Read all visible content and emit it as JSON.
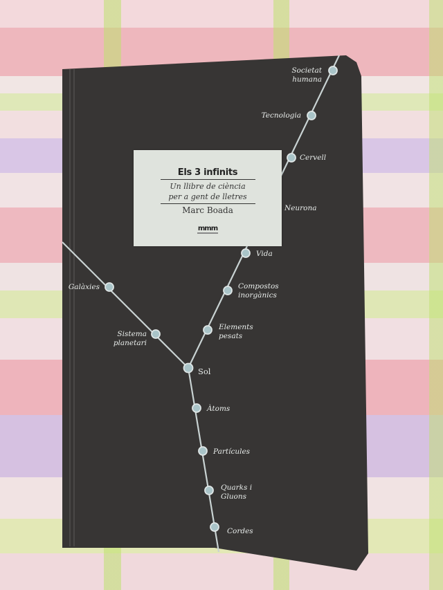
{
  "book": {
    "title": "Els 3 infinits",
    "subtitle_line1": "Un llibre de ciència",
    "subtitle_line2": "per a gent de lletres",
    "author": "Marc Boada",
    "publisher_logo": "mmm",
    "cover_color": "#373534",
    "label_color": "#dfe3dd"
  },
  "diagram": {
    "line_color": "#c9d3d3",
    "node_color": "#a9c4c8",
    "upper_branch": [
      {
        "label_line1": "Societat",
        "label_line2": "humana"
      },
      {
        "label_line1": "Tecnologia",
        "label_line2": ""
      },
      {
        "label_line1": "Cervell",
        "label_line2": ""
      },
      {
        "label_line1": "Neurona",
        "label_line2": ""
      },
      {
        "label_line1": "Vida",
        "label_line2": ""
      },
      {
        "label_line1": "Compostos",
        "label_line2": "inorgànics"
      },
      {
        "label_line1": "Elements",
        "label_line2": "pesats"
      }
    ],
    "left_branch": [
      {
        "label_line1": "Galàxies",
        "label_line2": ""
      },
      {
        "label_line1": "Sistema",
        "label_line2": "planetari"
      }
    ],
    "center": {
      "label": "Sol"
    },
    "lower_branch": [
      {
        "label_line1": "Àtoms",
        "label_line2": ""
      },
      {
        "label_line1": "Partícules",
        "label_line2": ""
      },
      {
        "label_line1": "Quarks i",
        "label_line2": "Gluons"
      },
      {
        "label_line1": "Cordes",
        "label_line2": ""
      }
    ]
  }
}
